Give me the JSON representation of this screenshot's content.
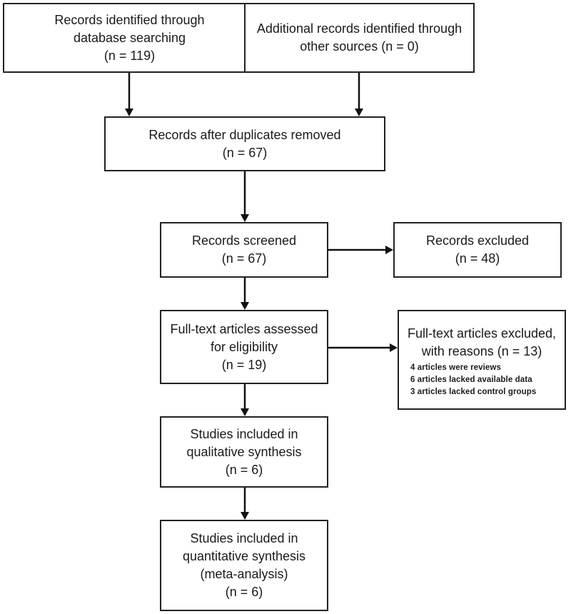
{
  "boxes": {
    "identified_db": {
      "line1": "Records identified through",
      "line2": "database searching",
      "line3": "(n = 119)"
    },
    "identified_other": {
      "line1": "Additional records identified through",
      "line2": "other sources (n = 0)"
    },
    "after_duplicates": {
      "line1": "Records after duplicates removed",
      "line2": "(n = 67)"
    },
    "screened": {
      "line1": "Records screened",
      "line2": "(n = 67)"
    },
    "excluded": {
      "line1": "Records excluded",
      "line2": "(n = 48)"
    },
    "fulltext_assessed": {
      "line1": "Full-text articles assessed",
      "line2": "for eligibility",
      "line3": "(n = 19)"
    },
    "fulltext_excluded": {
      "line1": "Full-text articles excluded,",
      "line2": "with reasons (n = 13)",
      "reasons": [
        "4 articles were reviews",
        "6 articles lacked available data",
        "3 articles lacked control groups"
      ]
    },
    "qualitative": {
      "line1": "Studies included in",
      "line2": "qualitative synthesis",
      "line3": "(n = 6)"
    },
    "quantitative": {
      "line1": "Studies included in",
      "line2": "quantitative synthesis",
      "line3": "(meta-analysis)",
      "line4": "(n = 6)"
    }
  }
}
